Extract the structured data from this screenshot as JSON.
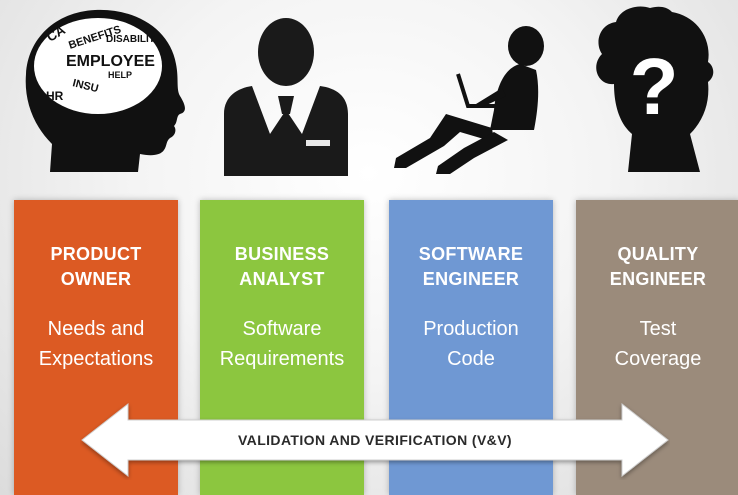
{
  "colors": {
    "product_owner": "#dc5a23",
    "business_analyst": "#8cc63f",
    "software_engineer": "#6f98d3",
    "quality_engineer": "#9b8b7b",
    "silhouette": "#111111"
  },
  "head_words": {
    "primary": "EMPLOYEE",
    "others": [
      "BENEFITS",
      "DISABILIT",
      "HR",
      "INSU",
      "HELP",
      "CA"
    ]
  },
  "columns": [
    {
      "title": "PRODUCT\nOWNER",
      "description": "Needs and\nExpectations"
    },
    {
      "title": "BUSINESS\nANALYST",
      "description": "Software\nRequirements"
    },
    {
      "title": "SOFTWARE\nENGINEER",
      "description": "Production\nCode"
    },
    {
      "title": "QUALITY\nENGINEER",
      "description": "Test\nCoverage"
    }
  ],
  "arrow": {
    "label": "VALIDATION AND VERIFICATION (V&V)"
  },
  "question_mark": "?"
}
